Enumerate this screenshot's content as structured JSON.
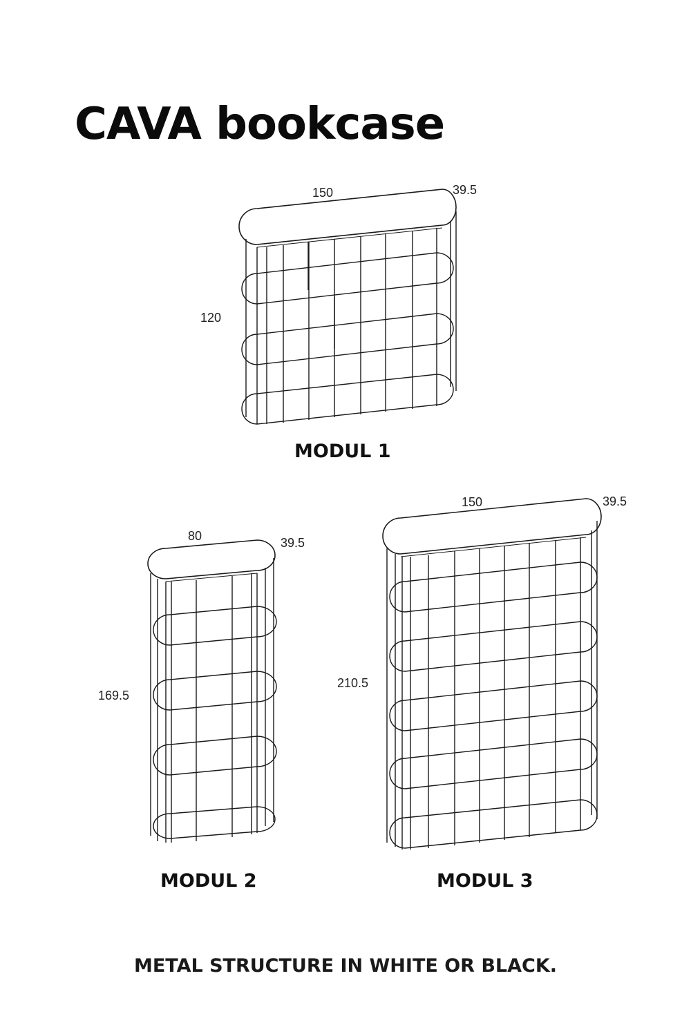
{
  "title": "CAVA bookcase",
  "modules": [
    {
      "label": "MODUL 1",
      "width": "150",
      "depth": "39.5",
      "height": "120",
      "shelves": 4
    },
    {
      "label": "MODUL 2",
      "width": "80",
      "depth": "39.5",
      "height": "169.5",
      "shelves": 5
    },
    {
      "label": "MODUL 3",
      "width": "150",
      "depth": "39.5",
      "height": "210.5",
      "shelves": 6
    }
  ],
  "footer": "METAL STRUCTURE IN WHITE OR BLACK.",
  "colors": {
    "line": "#1a1a1a",
    "text": "#111111",
    "background": "#ffffff"
  }
}
